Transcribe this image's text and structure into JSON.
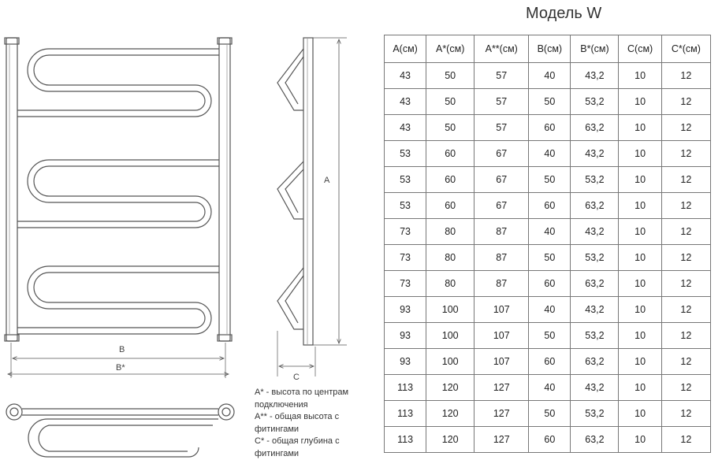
{
  "title": "Модель W",
  "drawing": {
    "dim_a": "A",
    "dim_b": "B",
    "dim_b_star": "B*",
    "dim_c": "C"
  },
  "notes": [
    "A* - высота по центрам подключения",
    "A** - общая высота с фитингами",
    "C* - общая глубина с фитингами"
  ],
  "table": {
    "headers": [
      "A(см)",
      "A*(см)",
      "A**(см)",
      "B(см)",
      "B*(см)",
      "C(см)",
      "C*(см)"
    ],
    "rows": [
      [
        "43",
        "50",
        "57",
        "40",
        "43,2",
        "10",
        "12"
      ],
      [
        "43",
        "50",
        "57",
        "50",
        "53,2",
        "10",
        "12"
      ],
      [
        "43",
        "50",
        "57",
        "60",
        "63,2",
        "10",
        "12"
      ],
      [
        "53",
        "60",
        "67",
        "40",
        "43,2",
        "10",
        "12"
      ],
      [
        "53",
        "60",
        "67",
        "50",
        "53,2",
        "10",
        "12"
      ],
      [
        "53",
        "60",
        "67",
        "60",
        "63,2",
        "10",
        "12"
      ],
      [
        "73",
        "80",
        "87",
        "40",
        "43,2",
        "10",
        "12"
      ],
      [
        "73",
        "80",
        "87",
        "50",
        "53,2",
        "10",
        "12"
      ],
      [
        "73",
        "80",
        "87",
        "60",
        "63,2",
        "10",
        "12"
      ],
      [
        "93",
        "100",
        "107",
        "40",
        "43,2",
        "10",
        "12"
      ],
      [
        "93",
        "100",
        "107",
        "50",
        "53,2",
        "10",
        "12"
      ],
      [
        "93",
        "100",
        "107",
        "60",
        "63,2",
        "10",
        "12"
      ],
      [
        "113",
        "120",
        "127",
        "40",
        "43,2",
        "10",
        "12"
      ],
      [
        "113",
        "120",
        "127",
        "50",
        "53,2",
        "10",
        "12"
      ],
      [
        "113",
        "120",
        "127",
        "60",
        "63,2",
        "10",
        "12"
      ]
    ]
  }
}
